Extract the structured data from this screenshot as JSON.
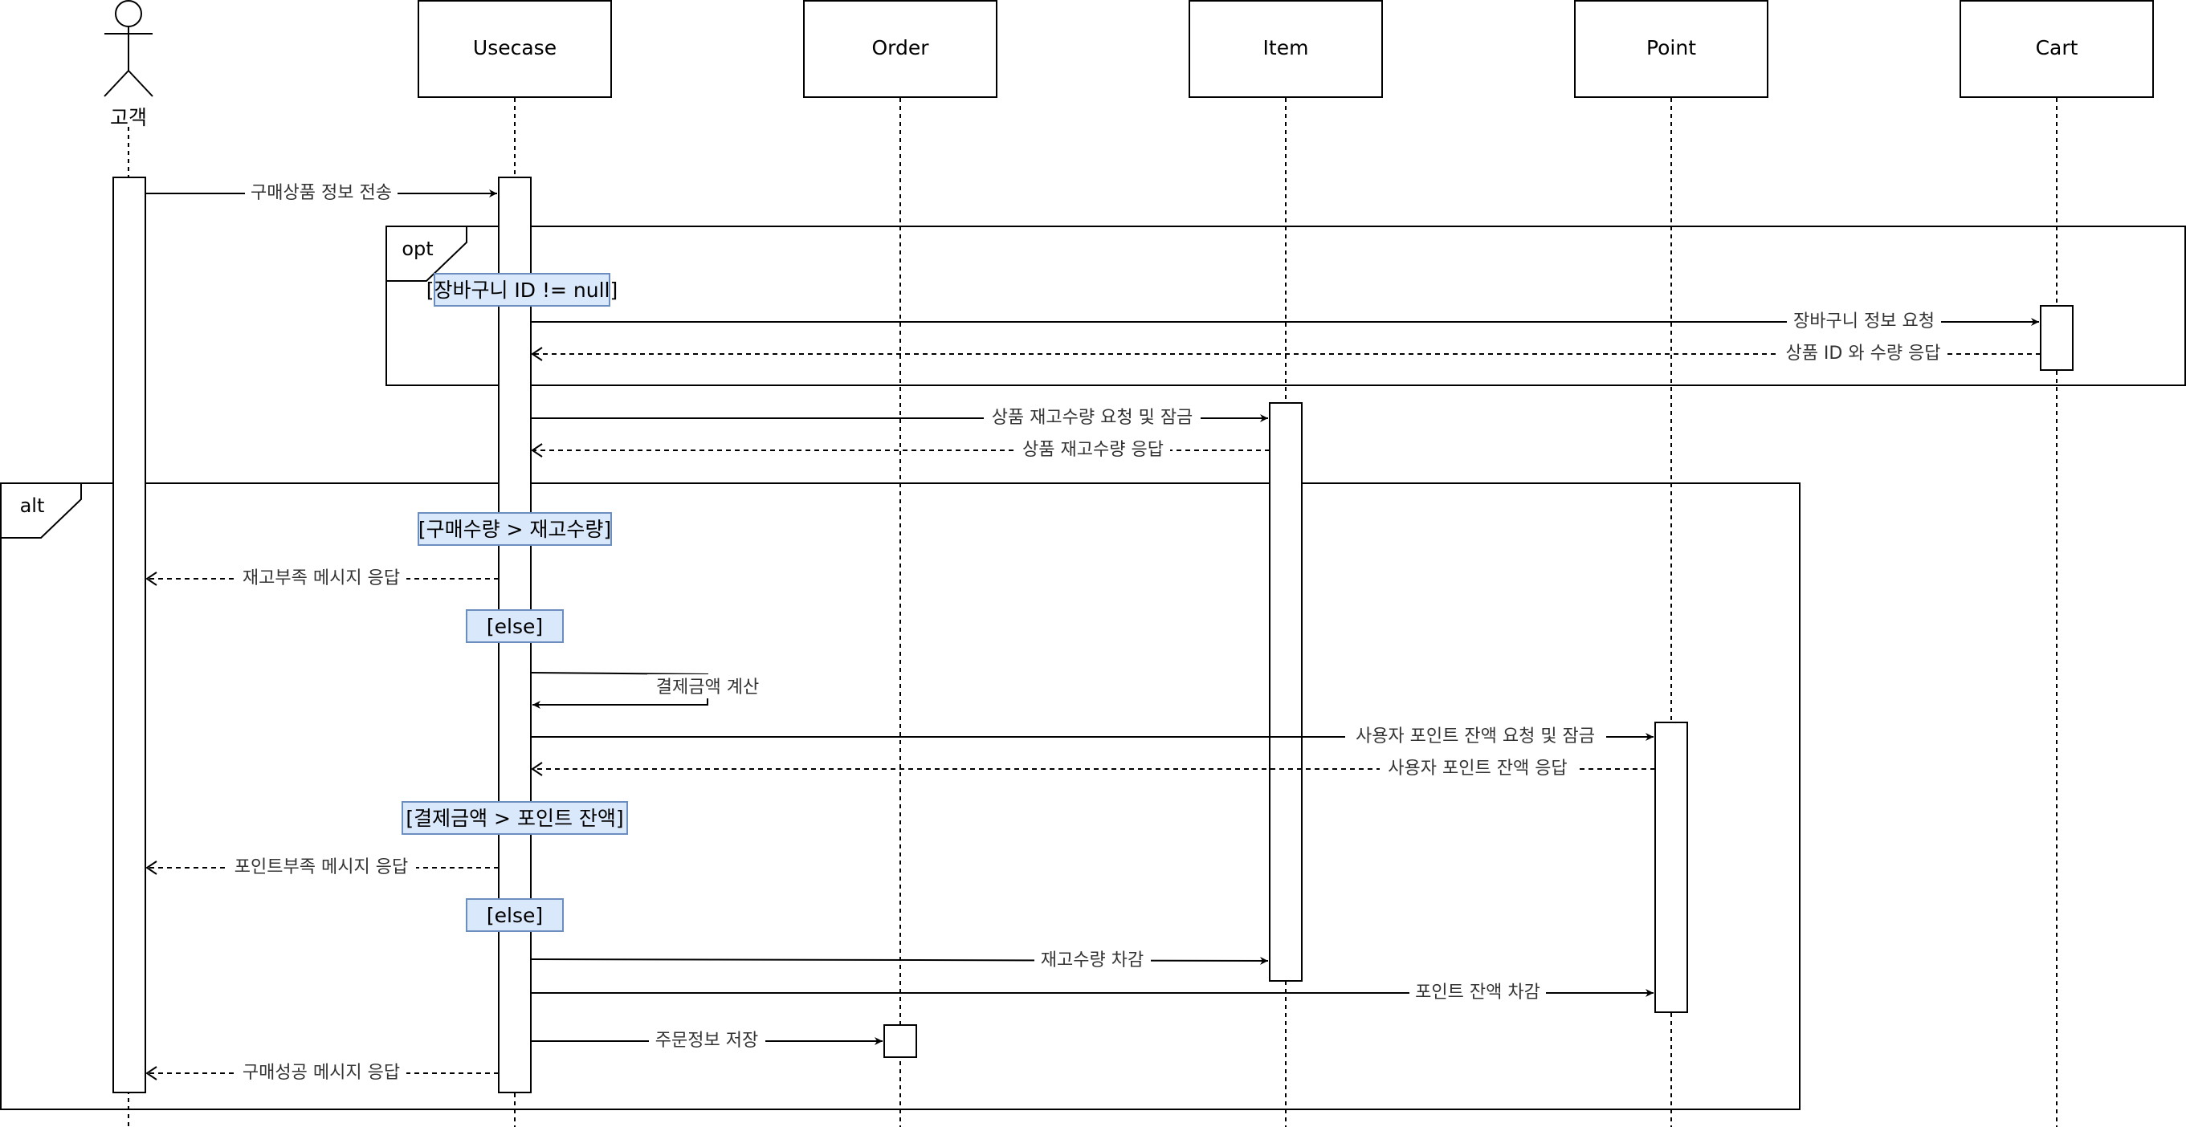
{
  "actor": {
    "label": "고객"
  },
  "participants": [
    {
      "id": "usecase",
      "label": "Usecase"
    },
    {
      "id": "order",
      "label": "Order"
    },
    {
      "id": "item",
      "label": "Item"
    },
    {
      "id": "point",
      "label": "Point"
    },
    {
      "id": "cart",
      "label": "Cart"
    }
  ],
  "fragments": {
    "opt": {
      "label": "opt",
      "guard": "[장바구니 ID != null]"
    },
    "alt": {
      "label": "alt",
      "guards": [
        "[구매수량 > 재고수량]",
        "[else]",
        "[결제금액 > 포인트 잔액]",
        "[else]"
      ]
    }
  },
  "messages": [
    {
      "text": "구매상품 정보 전송",
      "type": "sync"
    },
    {
      "text": "장바구니 정보 요청",
      "type": "sync"
    },
    {
      "text": "상품 ID 와 수량 응답",
      "type": "reply"
    },
    {
      "text": "상품 재고수량 요청 및 잠금",
      "type": "sync"
    },
    {
      "text": "상품 재고수량 응답",
      "type": "reply"
    },
    {
      "text": "재고부족 메시지 응답",
      "type": "reply"
    },
    {
      "text": "결제금액 계산",
      "type": "self"
    },
    {
      "text": "사용자 포인트 잔액 요청 및 잠금",
      "type": "sync"
    },
    {
      "text": "사용자 포인트 잔액 응답",
      "type": "reply"
    },
    {
      "text": "포인트부족 메시지 응답",
      "type": "reply"
    },
    {
      "text": "재고수량 차감",
      "type": "sync"
    },
    {
      "text": "포인트 잔액 차감",
      "type": "sync"
    },
    {
      "text": "주문정보 저장",
      "type": "sync"
    },
    {
      "text": "구매성공 메시지 응답",
      "type": "reply"
    }
  ],
  "colors": {
    "guard_fill": "#dae8fc",
    "guard_stroke": "#6c8ebf",
    "line": "#000000"
  }
}
